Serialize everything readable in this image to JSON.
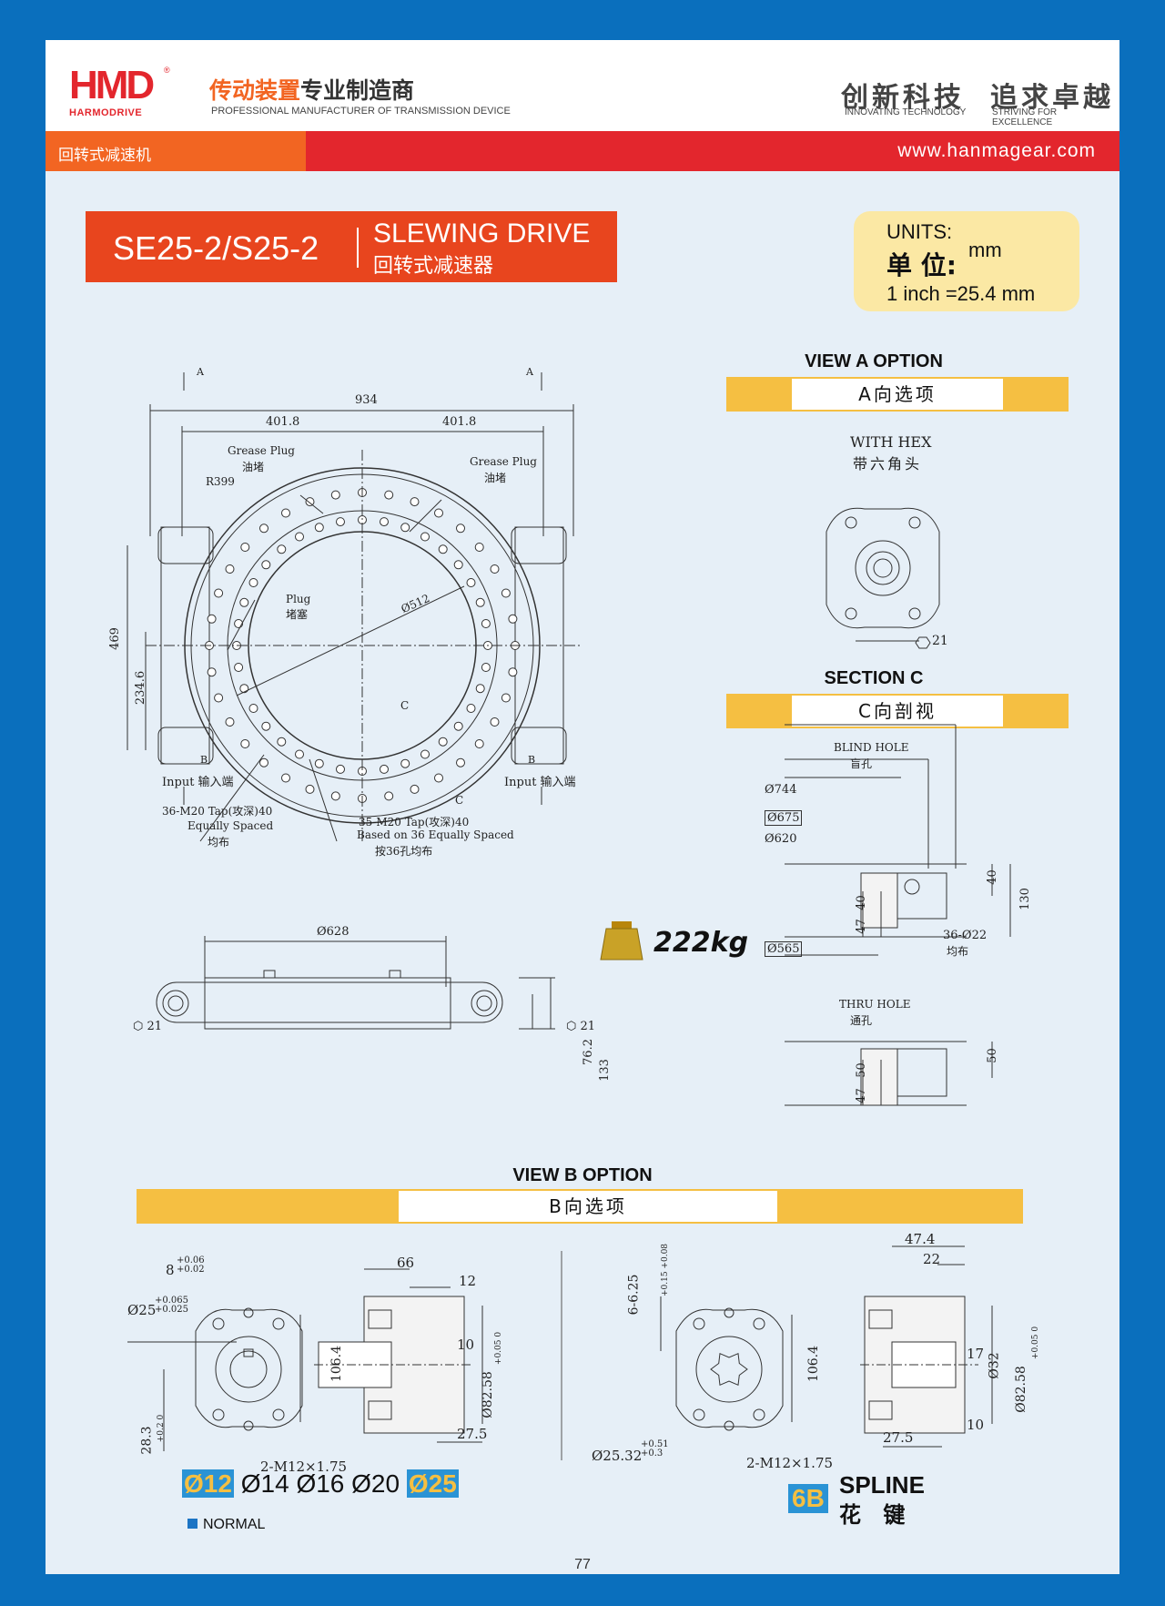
{
  "header": {
    "logo_text": "HMD",
    "logo_sub": "HARMODRIVE",
    "logo_reg": "®",
    "tagline_cn_orange": "传动装置",
    "tagline_cn_rest": "专业制造商",
    "tagline_en": "PROFESSIONAL MANUFACTURER OF TRANSMISSION DEVICE",
    "slogan1_cn": "创新科技",
    "slogan1_en": "INNOVATING TECHNOLOGY",
    "slogan2_cn": "追求卓越",
    "slogan2_en": "STRIVING FOR EXCELLENCE"
  },
  "band": {
    "category": "回转式减速机",
    "url": "www.hanmagear.com"
  },
  "title": {
    "model": "SE25-2/S25-2",
    "type_en": "SLEWING DRIVE",
    "type_cn": "回转式减速器"
  },
  "units": {
    "line1": "UNITS:",
    "line2": "单 位:",
    "unit": "mm",
    "line3": "1 inch =25.4 mm"
  },
  "main_view": {
    "label_a_left": "A",
    "label_a_right": "A",
    "dim_934": "934",
    "dim_401_left": "401.8",
    "dim_401_right": "401.8",
    "grease_left_en": "Grease Plug",
    "grease_left_cn": "油堵",
    "grease_right_en": "Grease Plug",
    "grease_right_cn": "油堵",
    "r399": "R399",
    "plug_en": "Plug",
    "plug_cn": "堵塞",
    "d512": "Ø512",
    "dim_469": "469",
    "dim_2346": "234.6",
    "c_upper": "C",
    "c_lower": "C",
    "b_left": "B",
    "b_right": "B",
    "input_left": "Input  输入端",
    "input_right": "Input  输入端",
    "tap36_1": "36-M20 Tap(攻深)40",
    "tap36_2": "Equally Spaced",
    "tap36_3": "均布",
    "tap35_1": "35-M20 Tap(攻深)40",
    "tap35_2": "Based on 36 Equally Spaced",
    "tap35_3": "按36孔均布"
  },
  "side_view": {
    "d628": "Ø628",
    "hex_left": "21",
    "hex_right": "21",
    "dim_762": "76.2",
    "dim_133": "133"
  },
  "weight": "222kg",
  "view_a": {
    "title": "VIEW A OPTION",
    "bar": "A向选项",
    "with_hex_en": "WITH HEX",
    "with_hex_cn": "带六角头",
    "hex": "21"
  },
  "section_c": {
    "title": "SECTION C",
    "bar": "C向剖视",
    "blind_en": "BLIND HOLE",
    "blind_cn": "盲孔",
    "d744": "Ø744",
    "d675": "Ø675",
    "d620": "Ø620",
    "d565": "Ø565",
    "dim_40a": "40",
    "dim_40b": "40",
    "dim_47": "47",
    "dim_130": "130",
    "holes": "36-Ø22",
    "holes_cn": "均布",
    "thru_en": "THRU HOLE",
    "thru_cn": "通孔",
    "t_50a": "50",
    "t_50b": "50",
    "t_47": "47"
  },
  "view_b": {
    "title": "VIEW B OPTION",
    "bar": "B向选项",
    "key_8": "8",
    "key_8_up": "+0.06",
    "key_8_dn": "+0.02",
    "d25": "Ø25",
    "d25_up": "+0.065",
    "d25_dn": "+0.025",
    "h283": "28.3",
    "h283_up": "+0.2",
    "h283_dn": "0",
    "v1064a": "106.4",
    "m12a": "2-M12×1.75",
    "s66": "66",
    "s12": "12",
    "s10": "10",
    "d8258a": "Ø82.58",
    "d8258a_up": "+0.05",
    "d8258a_dn": "0",
    "s275a": "27.5",
    "sp625": "6-6.25",
    "sp625_up": "+0.15",
    "sp625_dn": "+0.08",
    "v1064b": "106.4",
    "d2532": "Ø25.32",
    "d2532_up": "+0.51",
    "d2532_dn": "+0.3",
    "m12b": "2-M12×1.75",
    "s474": "47.4",
    "s22": "22",
    "s17": "17",
    "d32": "Ø32",
    "d8258b": "Ø82.58",
    "d8258b_up": "+0.05",
    "d8258b_dn": "0",
    "s10b": "10",
    "s275b": "27.5"
  },
  "shaft_sizes": {
    "s12": "Ø12",
    "s14": "Ø14",
    "s16": "Ø16",
    "s20": "Ø20",
    "s25": "Ø25",
    "normal": "NORMAL",
    "spline_code": "6B",
    "spline_en": "SPLINE",
    "spline_cn": "花 键"
  },
  "page_number": "77",
  "colors": {
    "frame": "#0a6fbd",
    "orange": "#f26522",
    "red": "#e3262d",
    "yellow_bar": "#f5bf42",
    "units_bg": "#fbe8a4"
  }
}
